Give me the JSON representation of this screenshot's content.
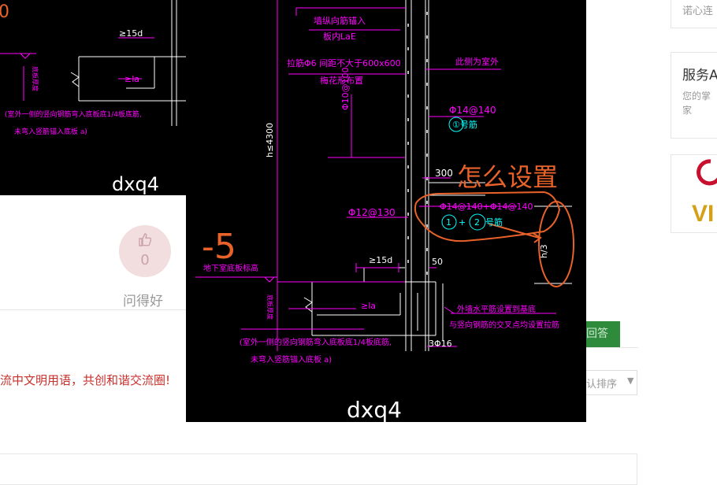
{
  "left_drawing": {
    "dim_top": "≥15d",
    "dim_la": "≥la",
    "vert_label": "底板厚度",
    "note_line1": "(室外一侧的竖向钢筋弯入底板底1/4板底筋,",
    "note_line2": "未弯入竖筋锚入底板 a)",
    "title": "dxq4"
  },
  "main_drawing": {
    "top1": "墙纵向筋锚入",
    "top2": "板内LaE",
    "tie_note1": "拉筋Φ6 间距不大于600x600",
    "tie_note2": "梅花形布置",
    "outside_label": "此侧为室外",
    "rebar_a": "Φ14@140",
    "rebar_a_mark": "①号筋",
    "rebar_b": "Φ10@100",
    "h_label": "h≤4300",
    "dim_300": "300",
    "question": "怎么设置",
    "rebar_combo": "Φ14@140+Φ14@140",
    "circle_1": "1",
    "plus": "+",
    "circle_2": "2",
    "hao_jin": "号筋",
    "h3": "h/3",
    "rebar_c": "Φ12@130",
    "level": "-5",
    "level_note": "地下室底板标高",
    "dim_15d": "≥15d",
    "dim_50": "50",
    "vert_label": "底板厚度",
    "dim_la": "≥la",
    "right_note1": "外墙水平筋设置到基底",
    "right_note2": "与竖向钢筋的交叉点均设置拉筋",
    "bottom_rebar": "3Φ16",
    "note_line1": "(室外一侧的竖向钢筋弯入底板底1/4板底筋,",
    "note_line2": "未弯入竖筋锚入底板 a)",
    "title": "dxq4"
  },
  "like": {
    "count": "0",
    "label": "问得好"
  },
  "notice": "流中文明用语，共创和谐交流圈!",
  "answer_button": "回答",
  "sort": {
    "label": "认排序",
    "arrow": "▼"
  },
  "sidebar": {
    "card1_text": "诺心连",
    "card2_title": "服务A",
    "card2_desc1": "您的掌",
    "card2_desc2": "家",
    "card3_logo": "VI"
  },
  "colors": {
    "magenta": "#ff00ff",
    "cyan": "#00ffff",
    "orange": "#e8622a",
    "white": "#ffffff",
    "green": "#2e8b3c"
  }
}
